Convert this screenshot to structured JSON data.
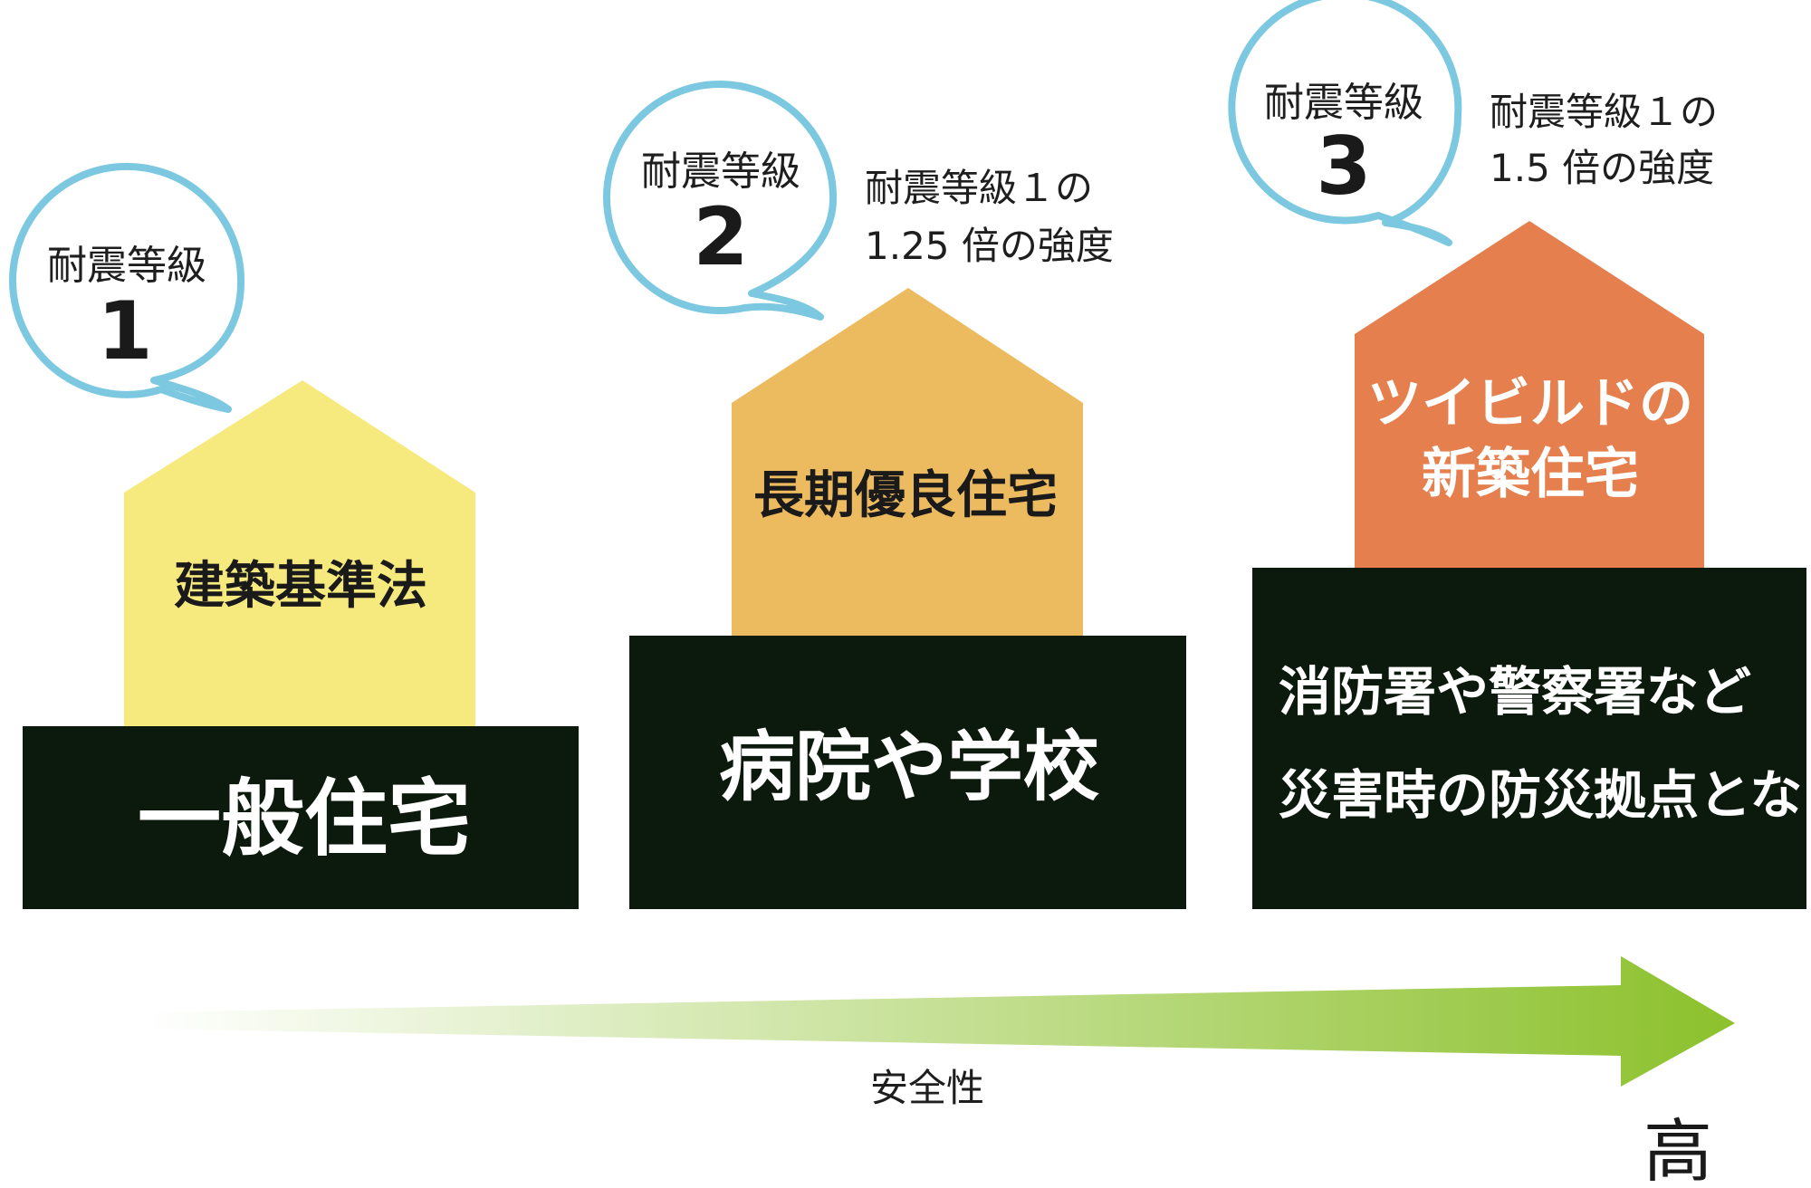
{
  "levels": [
    {
      "bubble_title": "耐震等級",
      "bubble_number": "1",
      "note_lines": [],
      "house_lines": [
        "建築基準法"
      ],
      "base_lines": [
        "一般住宅"
      ]
    },
    {
      "bubble_title": "耐震等級",
      "bubble_number": "2",
      "note_lines": [
        "耐震等級１の",
        "1.25 倍の強度"
      ],
      "house_lines": [
        "長期優良住宅"
      ],
      "base_lines": [
        "病院や学校"
      ]
    },
    {
      "bubble_title": "耐震等級",
      "bubble_number": "3",
      "note_lines": [
        "耐震等級１の",
        "1.5 倍の強度"
      ],
      "house_lines": [
        "ツイビルドの",
        "新築住宅"
      ],
      "base_lines": [
        "消防署や警察署など",
        "災害時の防災拠点となる建物"
      ]
    }
  ],
  "axis": {
    "label": "安全性",
    "end_label": "高"
  },
  "colors": {
    "bubble_stroke": "#7cc8e0",
    "house_1": "#f6e97e",
    "house_2": "#edbb5f",
    "house_3": "#e57f4e",
    "base": "#0c1a0d",
    "arrow_start": "#ffffff",
    "arrow_end": "#8cc12c"
  }
}
